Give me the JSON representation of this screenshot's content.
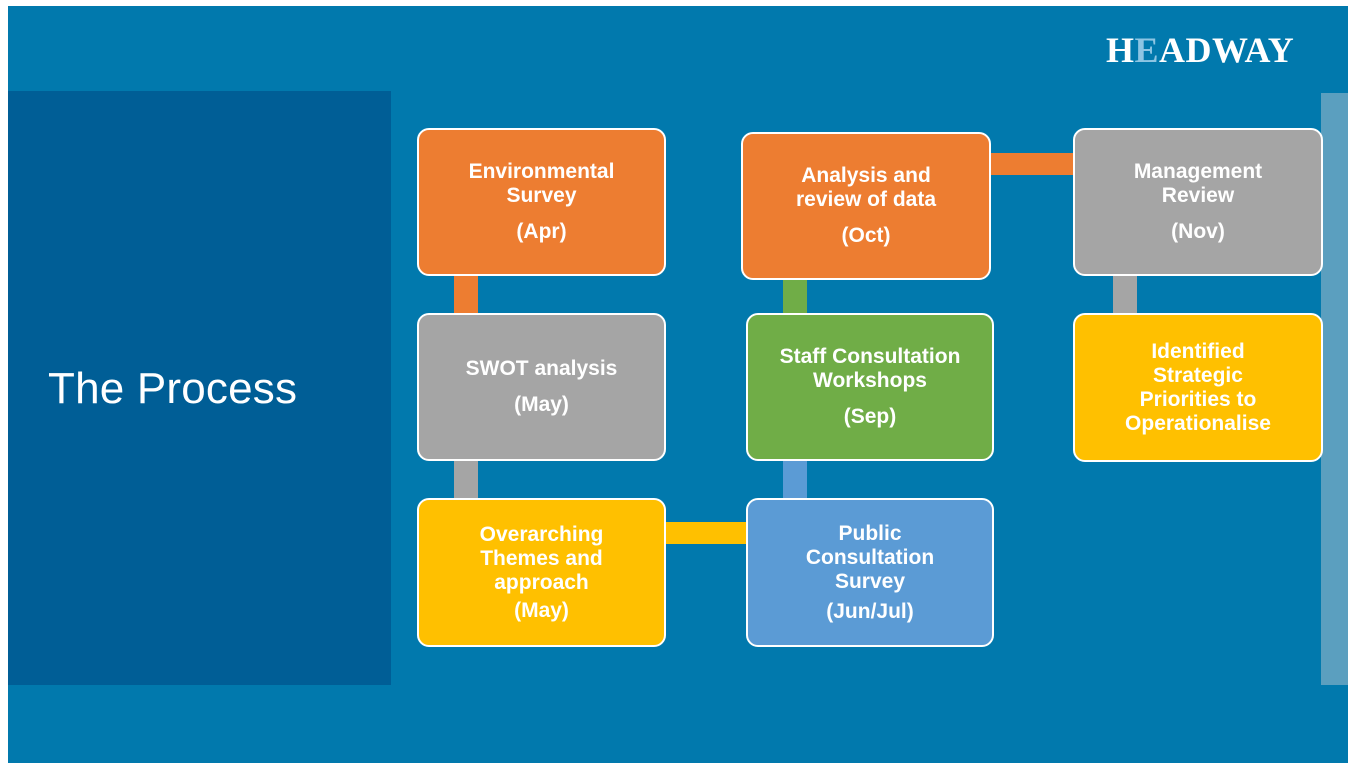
{
  "slide": {
    "title": "The Process"
  },
  "logo": {
    "part1": "H",
    "part2": "E",
    "part3": "ADWAY"
  },
  "colors": {
    "background": "#0179ad",
    "panel": "#005e96",
    "orange": "#ed7d31",
    "gray": "#a5a5a5",
    "yellow": "#ffc000",
    "green": "#70ad47",
    "blue": "#5b9bd5"
  },
  "steps": [
    {
      "label": "Environmental\nSurvey",
      "when": "(Apr)"
    },
    {
      "label": "SWOT analysis",
      "when": "(May)"
    },
    {
      "label": "Overarching\nThemes and\napproach",
      "when": "(May)"
    },
    {
      "label": "Public\nConsultation\nSurvey",
      "when": "(Jun/Jul)"
    },
    {
      "label": "Staff Consultation\nWorkshops",
      "when": "(Sep)"
    },
    {
      "label": "Analysis and\nreview of data",
      "when": "(Oct)"
    },
    {
      "label": "Management\nReview",
      "when": "(Nov)"
    },
    {
      "label": "Identified\nStrategic\nPriorities to\nOperationalise",
      "when": ""
    }
  ]
}
